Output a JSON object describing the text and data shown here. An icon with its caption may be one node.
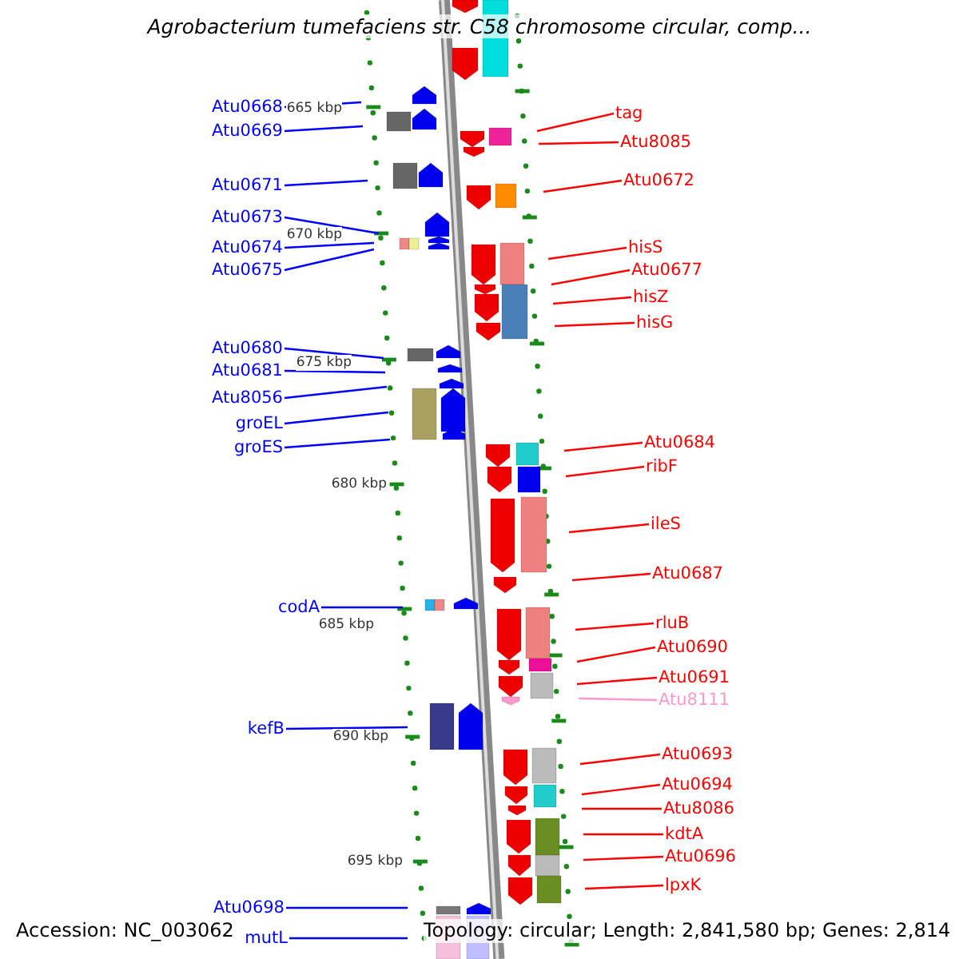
{
  "diagram": {
    "title": "Agrobacterium tumefaciens str. C58 chromosome circular, comp...",
    "nodes": [
      {
        "text": [
          "Atu0668"
        ]
      },
      {
        "text": [
          "Atu0669"
        ]
      },
      {
        "text": [
          "Atu0671"
        ]
      },
      {
        "text": [
          "Atu0673"
        ]
      },
      {
        "text": [
          "Atu0674"
        ]
      },
      {
        "text": [
          "Atu0675"
        ]
      },
      {
        "text": [
          "Atu0680"
        ]
      },
      {
        "text": [
          "Atu0681"
        ]
      },
      {
        "text": [
          "Atu8056"
        ]
      },
      {
        "text": [
          "groEL"
        ]
      },
      {
        "text": [
          "groES"
        ]
      },
      {
        "text": [
          "codA"
        ]
      },
      {
        "text": [
          "kefB"
        ]
      },
      {
        "text": [
          "Atu0698"
        ]
      },
      {
        "text": [
          "mutL"
        ]
      },
      {
        "text": [
          "tag"
        ]
      },
      {
        "text": [
          "Atu8085"
        ]
      },
      {
        "text": [
          "Atu0672"
        ]
      },
      {
        "text": [
          "hisS"
        ]
      },
      {
        "text": [
          "Atu0677"
        ]
      },
      {
        "text": [
          "hisZ"
        ]
      },
      {
        "text": [
          "hisG"
        ]
      },
      {
        "text": [
          "Atu0684"
        ]
      },
      {
        "text": [
          "ribF"
        ]
      },
      {
        "text": [
          "ileS"
        ]
      },
      {
        "text": [
          "Atu0687"
        ]
      },
      {
        "text": [
          "rluB"
        ]
      },
      {
        "text": [
          "Atu0690"
        ]
      },
      {
        "text": [
          "Atu0691"
        ]
      },
      {
        "text": [
          "Atu8111"
        ]
      },
      {
        "text": [
          "Atu0693"
        ]
      },
      {
        "text": [
          "Atu0694"
        ]
      },
      {
        "text": [
          "Atu8086"
        ]
      },
      {
        "text": [
          "kdtA"
        ]
      },
      {
        "text": [
          "Atu0696"
        ]
      },
      {
        "text": [
          "lpxK"
        ]
      }
    ],
    "edges": [
      {
        "from": 0,
        "to": null,
        "arrow": "none",
        "color": "#0000ff"
      },
      {
        "from": 1,
        "to": null,
        "arrow": "none",
        "color": "#0000ff"
      },
      {
        "from": 2,
        "to": null,
        "arrow": "none",
        "color": "#0000ff"
      },
      {
        "from": 3,
        "to": null,
        "arrow": "none",
        "color": "#0000ff"
      },
      {
        "from": 4,
        "to": null,
        "arrow": "none",
        "color": "#0000ff"
      },
      {
        "from": 5,
        "to": null,
        "arrow": "none",
        "color": "#0000ff"
      },
      {
        "from": 6,
        "to": null,
        "arrow": "none",
        "color": "#0000ff"
      },
      {
        "from": 7,
        "to": null,
        "arrow": "none",
        "color": "#0000ff"
      },
      {
        "from": 8,
        "to": null,
        "arrow": "none",
        "color": "#0000ff"
      },
      {
        "from": 9,
        "to": null,
        "arrow": "none",
        "color": "#0000ff"
      },
      {
        "from": 10,
        "to": null,
        "arrow": "none",
        "color": "#0000ff"
      },
      {
        "from": 11,
        "to": null,
        "arrow": "none",
        "color": "#0000ff"
      },
      {
        "from": 12,
        "to": null,
        "arrow": "none",
        "color": "#0000ff"
      },
      {
        "from": 13,
        "to": null,
        "arrow": "none",
        "color": "#0000ff"
      },
      {
        "from": 14,
        "to": null,
        "arrow": "none",
        "color": "#0000ff"
      },
      {
        "from": 15,
        "to": null,
        "arrow": "none"
      },
      {
        "from": 16,
        "to": null,
        "arrow": "none"
      },
      {
        "from": 17,
        "to": null,
        "arrow": "none"
      },
      {
        "from": 18,
        "to": null,
        "arrow": "none"
      },
      {
        "from": 19,
        "to": null,
        "arrow": "none"
      },
      {
        "from": 20,
        "to": null,
        "arrow": "none"
      },
      {
        "from": 21,
        "to": null,
        "arrow": "none"
      },
      {
        "from": 22,
        "to": null,
        "arrow": "none"
      },
      {
        "from": 23,
        "to": null,
        "arrow": "none"
      },
      {
        "from": 24,
        "to": null,
        "arrow": "none"
      },
      {
        "from": 25,
        "to": null,
        "arrow": "none"
      },
      {
        "from": 26,
        "to": null,
        "arrow": "none"
      },
      {
        "from": 27,
        "to": null,
        "arrow": "none"
      },
      {
        "from": 28,
        "to": null,
        "arrow": "none"
      },
      {
        "from": 29,
        "to": null,
        "arrow": "none",
        "color": "#ff99cc"
      },
      {
        "from": 30,
        "to": null,
        "arrow": "none"
      },
      {
        "from": 31,
        "to": null,
        "arrow": "none"
      },
      {
        "from": 32,
        "to": null,
        "arrow": "none"
      },
      {
        "from": 33,
        "to": null,
        "arrow": "none"
      },
      {
        "from": 34,
        "to": null,
        "arrow": "none"
      },
      {
        "from": 35,
        "to": null,
        "arrow": "none"
      }
    ],
    "labels": [
      "665 kbp",
      "670 kbp",
      "675 kbp",
      "680 kbp",
      "685 kbp",
      "690 kbp",
      "695 kbp",
      "Accession: NC_003062",
      "Topology: circular; Length: 2,841,580 bp; Genes: 2,814"
    ]
  }
}
